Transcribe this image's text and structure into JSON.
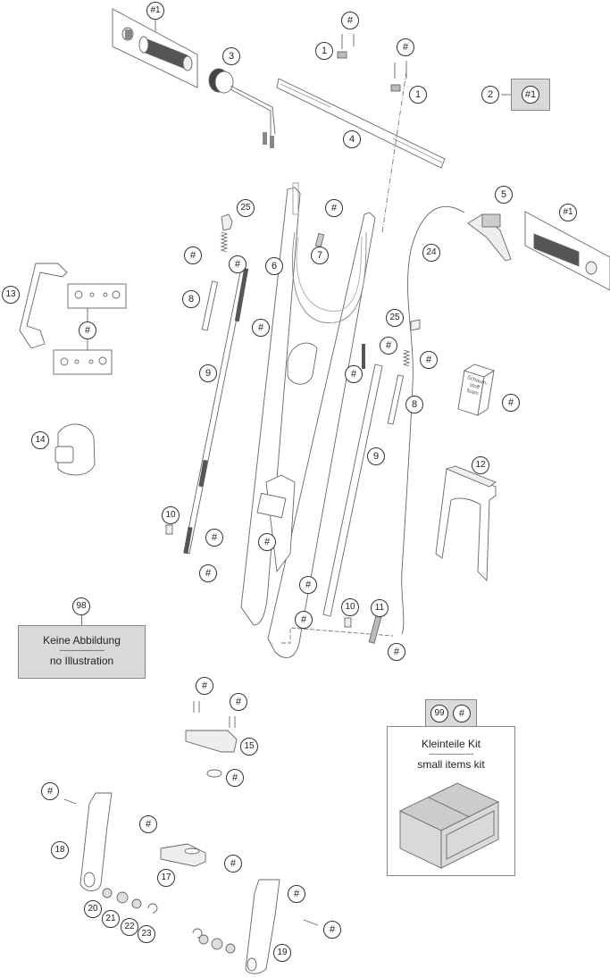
{
  "diagram": {
    "title": "Exploded parts view — handlebar / steering assembly",
    "callouts": [
      {
        "id": "c-hash1-top",
        "label": "#1"
      },
      {
        "id": "c-3",
        "label": "3"
      },
      {
        "id": "c-hash-a",
        "label": "#"
      },
      {
        "id": "c-1a",
        "label": "1"
      },
      {
        "id": "c-hash-b",
        "label": "#"
      },
      {
        "id": "c-1b",
        "label": "1"
      },
      {
        "id": "c-2",
        "label": "2"
      },
      {
        "id": "c-4",
        "label": "4"
      },
      {
        "id": "c-5",
        "label": "5"
      },
      {
        "id": "c-hash1-right",
        "label": "#1"
      },
      {
        "id": "c-24",
        "label": "24"
      },
      {
        "id": "c-25a",
        "label": "25"
      },
      {
        "id": "c-hash-c",
        "label": "#"
      },
      {
        "id": "c-hash-d",
        "label": "#"
      },
      {
        "id": "c-6",
        "label": "6"
      },
      {
        "id": "c-7",
        "label": "7"
      },
      {
        "id": "c-hash-7",
        "label": "#"
      },
      {
        "id": "c-8a",
        "label": "8"
      },
      {
        "id": "c-hash-e",
        "label": "#"
      },
      {
        "id": "c-13",
        "label": "13"
      },
      {
        "id": "c-hash-13",
        "label": "#"
      },
      {
        "id": "c-9a",
        "label": "9"
      },
      {
        "id": "c-25b",
        "label": "25"
      },
      {
        "id": "c-hash-f",
        "label": "#"
      },
      {
        "id": "c-hash-g",
        "label": "#"
      },
      {
        "id": "c-hash-h",
        "label": "#"
      },
      {
        "id": "c-8b",
        "label": "8"
      },
      {
        "id": "c-hash-foam",
        "label": "#"
      },
      {
        "id": "c-14",
        "label": "14"
      },
      {
        "id": "c-9b",
        "label": "9"
      },
      {
        "id": "c-12",
        "label": "12"
      },
      {
        "id": "c-10a",
        "label": "10"
      },
      {
        "id": "c-hash-i",
        "label": "#"
      },
      {
        "id": "c-hash-j",
        "label": "#"
      },
      {
        "id": "c-hash-k",
        "label": "#"
      },
      {
        "id": "c-hash-l",
        "label": "#"
      },
      {
        "id": "c-hash-m",
        "label": "#"
      },
      {
        "id": "c-10b",
        "label": "10"
      },
      {
        "id": "c-11",
        "label": "11"
      },
      {
        "id": "c-hash-n",
        "label": "#"
      },
      {
        "id": "c-hash-o",
        "label": "#"
      },
      {
        "id": "c-hash-p",
        "label": "#"
      },
      {
        "id": "c-15",
        "label": "15"
      },
      {
        "id": "c-hash-q",
        "label": "#"
      },
      {
        "id": "c-hash-r",
        "label": "#"
      },
      {
        "id": "c-hash-s",
        "label": "#"
      },
      {
        "id": "c-18",
        "label": "18"
      },
      {
        "id": "c-17",
        "label": "17"
      },
      {
        "id": "c-hash-t",
        "label": "#"
      },
      {
        "id": "c-20",
        "label": "20"
      },
      {
        "id": "c-21",
        "label": "21"
      },
      {
        "id": "c-22",
        "label": "22"
      },
      {
        "id": "c-23",
        "label": "23"
      },
      {
        "id": "c-hash-u",
        "label": "#"
      },
      {
        "id": "c-hash-v",
        "label": "#"
      },
      {
        "id": "c-19",
        "label": "19"
      }
    ],
    "box_2": {
      "label": "#1"
    },
    "no_illustration": {
      "number": "98",
      "line1": "Keine Abbildung",
      "separator": "--------------------",
      "line2": "no Illustration"
    },
    "small_items_kit": {
      "number": "99",
      "ref": "#",
      "line1": "Kleinteile Kit",
      "separator": "--------------------",
      "line2": "small items kit"
    },
    "foam_block": {
      "line1": "Schaum-",
      "line2": "stoff",
      "line3": "foam"
    },
    "colors": {
      "line": "#555555",
      "box_fill": "#d9d9d9",
      "grip": "#555555"
    }
  }
}
